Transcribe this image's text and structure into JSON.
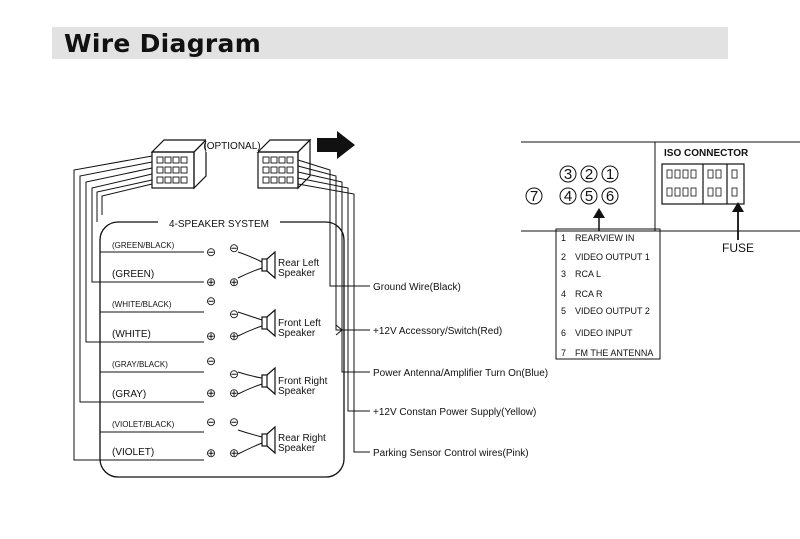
{
  "title": "Wire Diagram",
  "optional_label": "(OPTIONAL)",
  "speaker_system_label": "4-SPEAKER SYSTEM",
  "wires": [
    "(GREEN/BLACK)",
    "(GREEN)",
    "(WHITE/BLACK)",
    "(WHITE)",
    "(GRAY/BLACK)",
    "(GRAY)",
    "(VIOLET/BLACK)",
    "(VIOLET)"
  ],
  "speakers": [
    {
      "line1": "Rear Left",
      "line2": "Speaker"
    },
    {
      "line1": "Front Left",
      "line2": "Speaker"
    },
    {
      "line1": "Front Right",
      "line2": "Speaker"
    },
    {
      "line1": "Rear Right",
      "line2": "Speaker"
    }
  ],
  "polarity": {
    "neg": "⊖",
    "pos": "⊕"
  },
  "power_wires": [
    "Ground Wire(Black)",
    "+12V Accessory/Switch(Red)",
    "Power Antenna/Amplifier Turn On(Blue)",
    "+12V Constan Power Supply(Yellow)",
    "Parking Sensor Control wires(Pink)"
  ],
  "iso_connector_label": "ISO CONNECTOR",
  "fuse_label": "FUSE",
  "pin_numbers": [
    "3",
    "2",
    "1",
    "7",
    "4",
    "5",
    "6"
  ],
  "pin_legend": [
    {
      "num": "1",
      "label": "REARVIEW IN"
    },
    {
      "num": "2",
      "label": "VIDEO OUTPUT 1"
    },
    {
      "num": "3",
      "label": "RCA L"
    },
    {
      "num": "4",
      "label": "RCA R"
    },
    {
      "num": "5",
      "label": "VIDEO OUTPUT 2"
    },
    {
      "num": "6",
      "label": "VIDEO INPUT"
    },
    {
      "num": "7",
      "label": "FM THE ANTENNA"
    }
  ]
}
